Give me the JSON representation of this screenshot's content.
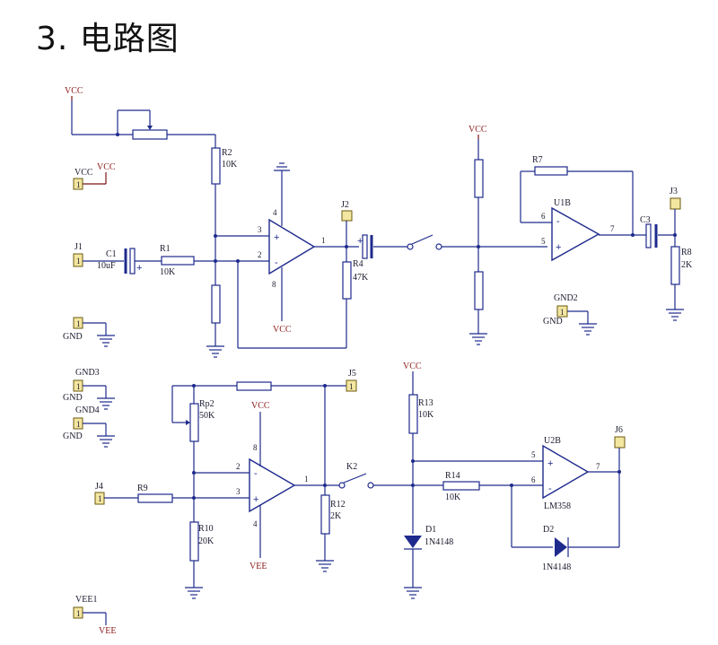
{
  "heading": "3. 电路图",
  "labels": {
    "vcc": "VCC",
    "vee": "VEE",
    "gnd": "GND",
    "j1": "J1",
    "c1": "C1",
    "c1v": "10uF",
    "r1": "R1",
    "r1v": "10K",
    "r2": "R2",
    "r2v": "10K",
    "j2": "J2",
    "r4": "R4",
    "r4v": "47K",
    "r7": "R7",
    "u1b": "U1B",
    "c3": "C3",
    "j3": "J3",
    "r8": "R8",
    "r8v": "2K",
    "gnd2": "GND2",
    "gnd3": "GND3",
    "gnd4": "GND4",
    "rp2": "Rp2",
    "rp2v": "50K",
    "j5": "J5",
    "j4": "J4",
    "r9": "R9",
    "r10": "R10",
    "r10v": "20K",
    "k2": "K2",
    "r12": "R12",
    "r12v": "2K",
    "r13": "R13",
    "r13v": "10K",
    "r14": "R14",
    "r14v": "10K",
    "u2b": "U2B",
    "lm358": "LM358",
    "j6": "J6",
    "d1": "D1",
    "d1v": "1N4148",
    "d2": "D2",
    "d2v": "1N4148",
    "vee1": "VEE1",
    "plus_sign": "+",
    "minus_sign": "-"
  },
  "pins": {
    "p2": "2",
    "p3": "3",
    "p4": "4",
    "p8": "8",
    "p1": "1",
    "p5": "5",
    "p6": "6",
    "p7": "7"
  },
  "colors": {
    "wire": "#1e2a8c",
    "power_label": "#8b1a1a",
    "connector": "#f3e6a0"
  }
}
